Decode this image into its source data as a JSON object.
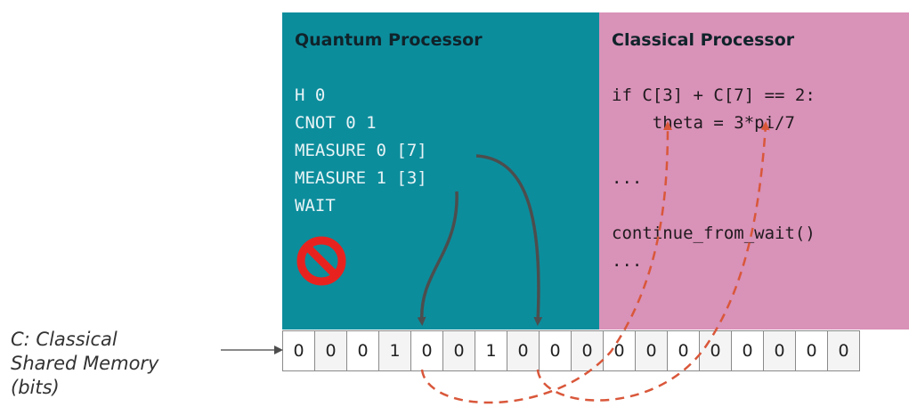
{
  "quantum_panel": {
    "title": "Quantum Processor",
    "code": [
      "H 0",
      "CNOT 0 1",
      "MEASURE 0 [7]",
      "MEASURE 1 [3]",
      "WAIT"
    ]
  },
  "classical_panel": {
    "title": "Classical Processor",
    "code": [
      "if C[3] + C[7] == 2:",
      "    theta = 3*pi/7",
      "",
      "...",
      "",
      "continue_from_wait()",
      "..."
    ]
  },
  "memory": {
    "label_lines": [
      "C: Classical",
      "Shared Memory",
      "(bits)"
    ],
    "bits": [
      "0",
      "0",
      "0",
      "1",
      "0",
      "0",
      "1",
      "0",
      "0",
      "0",
      "0",
      "0",
      "0",
      "0",
      "0",
      "0",
      "0",
      "0"
    ]
  },
  "icons": {
    "blocked": "prohibited-icon"
  },
  "colors": {
    "quantum_bg": "#0c8d9c",
    "classical_bg": "#d992b8",
    "write_arrow": "#4d4d4d",
    "read_arrow": "#d9573a",
    "prohibited": "#e8231f"
  }
}
